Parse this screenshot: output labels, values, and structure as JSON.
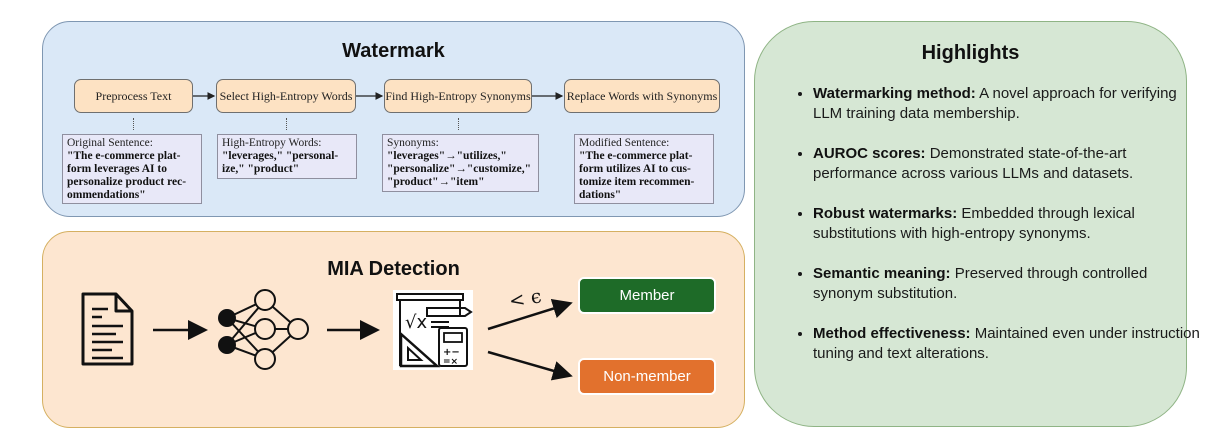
{
  "watermark": {
    "title": "Watermark",
    "steps": [
      {
        "label": "Preprocess Text"
      },
      {
        "label": "Select High-Entropy Words"
      },
      {
        "label": "Find High-Entropy Synonyms"
      },
      {
        "label": "Replace Words with Synonyms"
      }
    ],
    "notes": [
      {
        "label": "Original Sentence:",
        "body": "\"The e-commerce plat- form leverages AI to personalize product rec- ommendations\""
      },
      {
        "label": "High-Entropy Words:",
        "body": "\"leverages,\" \"personal- ize,\" \"product\""
      },
      {
        "label": "Synonyms:",
        "lines": [
          "\"leverages\"→\"utilizes,\"",
          "\"personalize\"→\"customize,\"",
          "\"product\"→\"item\""
        ]
      },
      {
        "label": "Modified Sentence:",
        "body": "\"The e-commerce plat- form utilizes AI to cus- tomize item recommen- dations\""
      }
    ]
  },
  "mia": {
    "title": "MIA Detection",
    "icons": [
      "document-icon",
      "neural-network-icon",
      "calculator-icon"
    ],
    "threshold_label": "< ϵ",
    "member_label": "Member",
    "nonmember_label": "Non-member",
    "colors": {
      "member": "#1e6b28",
      "nonmember": "#e2712d"
    }
  },
  "highlights": {
    "title": "Highlights",
    "items": [
      {
        "term": "Watermarking method:",
        "text": " A novel approach for verifying LLM training data membership."
      },
      {
        "term": "AUROC scores:",
        "text": " Demonstrated state-of-the-art performance across various LLMs and datasets."
      },
      {
        "term": "Robust watermarks:",
        "text": " Embedded through lexical substitutions with high-entropy synonyms."
      },
      {
        "term": "Semantic meaning:",
        "text": " Preserved through controlled synonym substitution."
      },
      {
        "term": "Method effectiveness:",
        "text": " Maintained even under instruction tuning and text alterations."
      }
    ]
  }
}
